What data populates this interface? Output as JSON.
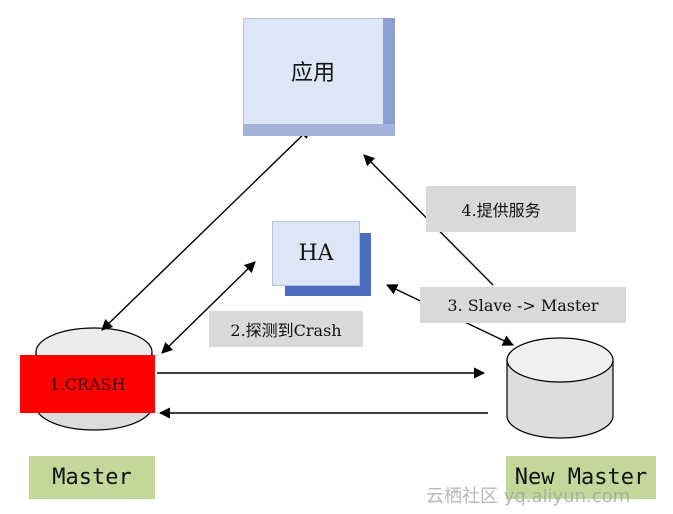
{
  "nodes": {
    "app": "应用",
    "ha": "HA",
    "crash": "1.CRASH",
    "master": "Master",
    "new_master": "New Master"
  },
  "labels": {
    "serve": "4.提供服务",
    "slave_to_master": "3. Slave -> Master",
    "detect": "2.探测到Crash"
  },
  "watermark": "云栖社区 yq.aliyun.com",
  "colors": {
    "node_fill": "#dde6f7",
    "ha_shadow": "#4a6dc0",
    "label_fill": "#d9d9d9",
    "crash_fill": "#ff0000",
    "role_fill": "#c4d79b"
  }
}
